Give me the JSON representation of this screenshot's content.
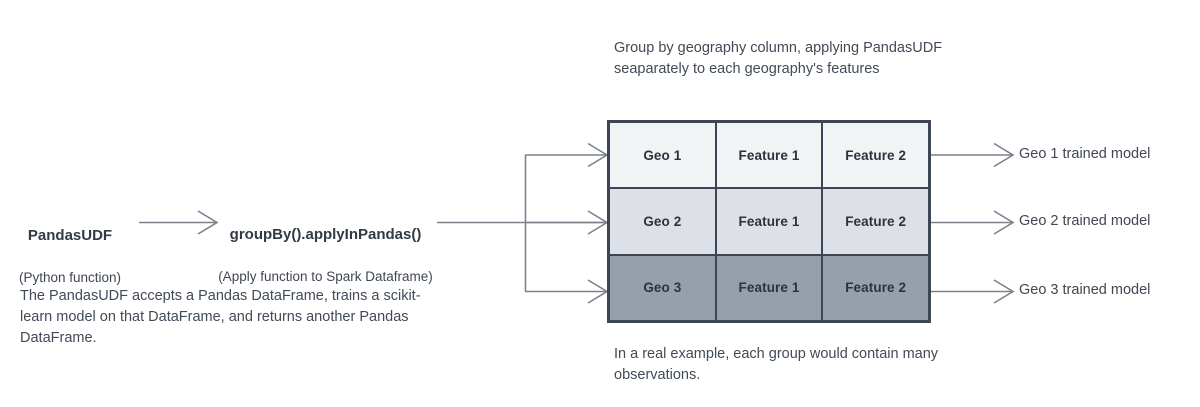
{
  "diagram": {
    "title": "PandasUDF grouped training flow",
    "background": "#ffffff",
    "stroke_color": "#7b828c",
    "border_color": "#3d4654",
    "text_color": "#3f4753"
  },
  "nodes": {
    "pandas_udf": {
      "title": "PandasUDF",
      "subtitle": "(Python function)"
    },
    "group_by": {
      "title": "groupBy().applyInPandas()",
      "subtitle": "(Apply function to Spark Dataframe)"
    }
  },
  "notes": {
    "top": "Group by geography column, applying PandasUDF seaparately to each geography's features",
    "left": "The PandasUDF accepts a Pandas DataFrame, trains a scikit-learn model on that DataFrame, and returns another Pandas DataFrame.",
    "bottom": "In a real example, each group would contain many observations."
  },
  "grid": {
    "columns": 3,
    "rows": [
      {
        "fill": "#f1f3f5",
        "cells": [
          "Geo 1",
          "Feature 1",
          "Feature 2"
        ]
      },
      {
        "fill": "#dde1e7",
        "cells": [
          "Geo 2",
          "Feature 1",
          "Feature 2"
        ]
      },
      {
        "fill": "#96a0ac",
        "cells": [
          "Geo 3",
          "Feature 1",
          "Feature 2"
        ]
      }
    ]
  },
  "outputs": [
    {
      "label": "Geo 1 trained model"
    },
    {
      "label": "Geo 2 trained model"
    },
    {
      "label": "Geo 3 trained model"
    }
  ],
  "connectors": [
    {
      "name": "pandasudf-to-groupby",
      "type": "arrow"
    },
    {
      "name": "groupby-to-split",
      "type": "line"
    },
    {
      "name": "split-to-row-1",
      "type": "arrow"
    },
    {
      "name": "split-to-row-2",
      "type": "arrow"
    },
    {
      "name": "split-to-row-3",
      "type": "arrow"
    },
    {
      "name": "row-1-to-output",
      "type": "arrow"
    },
    {
      "name": "row-2-to-output",
      "type": "arrow"
    },
    {
      "name": "row-3-to-output",
      "type": "arrow"
    }
  ]
}
